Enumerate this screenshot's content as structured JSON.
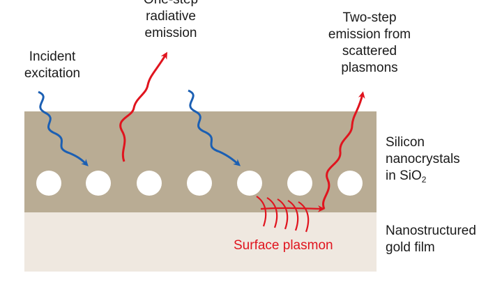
{
  "labels": {
    "one_step": [
      "One-step",
      "radiative",
      "emission"
    ],
    "incident": [
      "Incident",
      "excitation"
    ],
    "two_step": [
      "Two-step",
      "emission from",
      "scattered",
      "plasmons"
    ],
    "silicon": [
      "Silicon",
      "nanocrystals",
      "in SiO",
      "2"
    ],
    "gold": [
      "Nanostructured",
      "gold film"
    ],
    "surface_plasmon": "Surface plasmon"
  },
  "colors": {
    "silica_layer": "#b9ac94",
    "gold_layer": "#efe8e0",
    "nanocrystal": "#ffffff",
    "excitation_arrow": "#1b5fb3",
    "emission_arrow": "#e0141e",
    "text": "#1a1a1a"
  },
  "icons": {
    "excitation": "wavy-arrow-blue",
    "emission": "wavy-arrow-red",
    "plasmon": "plasmon-wave-arcs"
  }
}
